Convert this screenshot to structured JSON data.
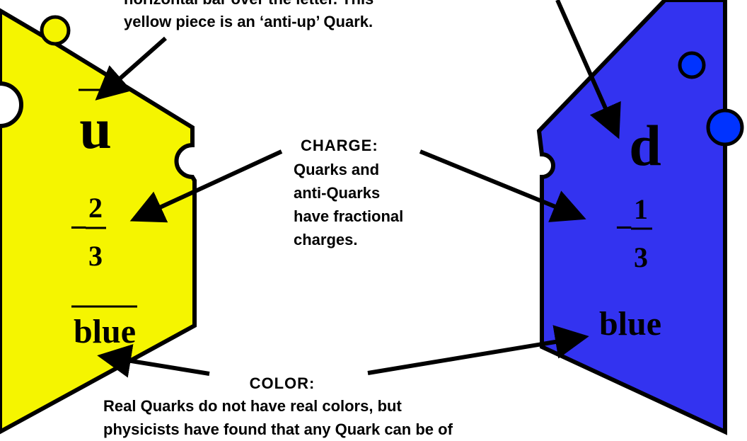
{
  "colors": {
    "anti_quark_fill": "#f5f500",
    "quark_fill": "#3333f0",
    "outline": "#000000",
    "arrow": "#000000"
  },
  "callouts": {
    "top_left": {
      "lines": [
        "horizontal bar over the letter.  This",
        "yellow piece is an ‘anti-up’ Quark."
      ]
    },
    "charge": {
      "lines": [
        "CHARGE:",
        "Quarks and",
        "anti-Quarks",
        "have fractional",
        "charges."
      ]
    },
    "color": {
      "title": "COLOR:",
      "lines": [
        "Real Quarks do not have real colors, but",
        "physicists have found that any Quark can be of"
      ]
    }
  },
  "anti_quark_piece": {
    "symbol": "u",
    "charge_sign": "−",
    "charge_numerator": "2",
    "charge_denominator": "3",
    "color_label": "blue"
  },
  "quark_piece": {
    "symbol": "d",
    "charge_sign": "−",
    "charge_numerator": "1",
    "charge_denominator": "3",
    "color_label": "blue"
  }
}
